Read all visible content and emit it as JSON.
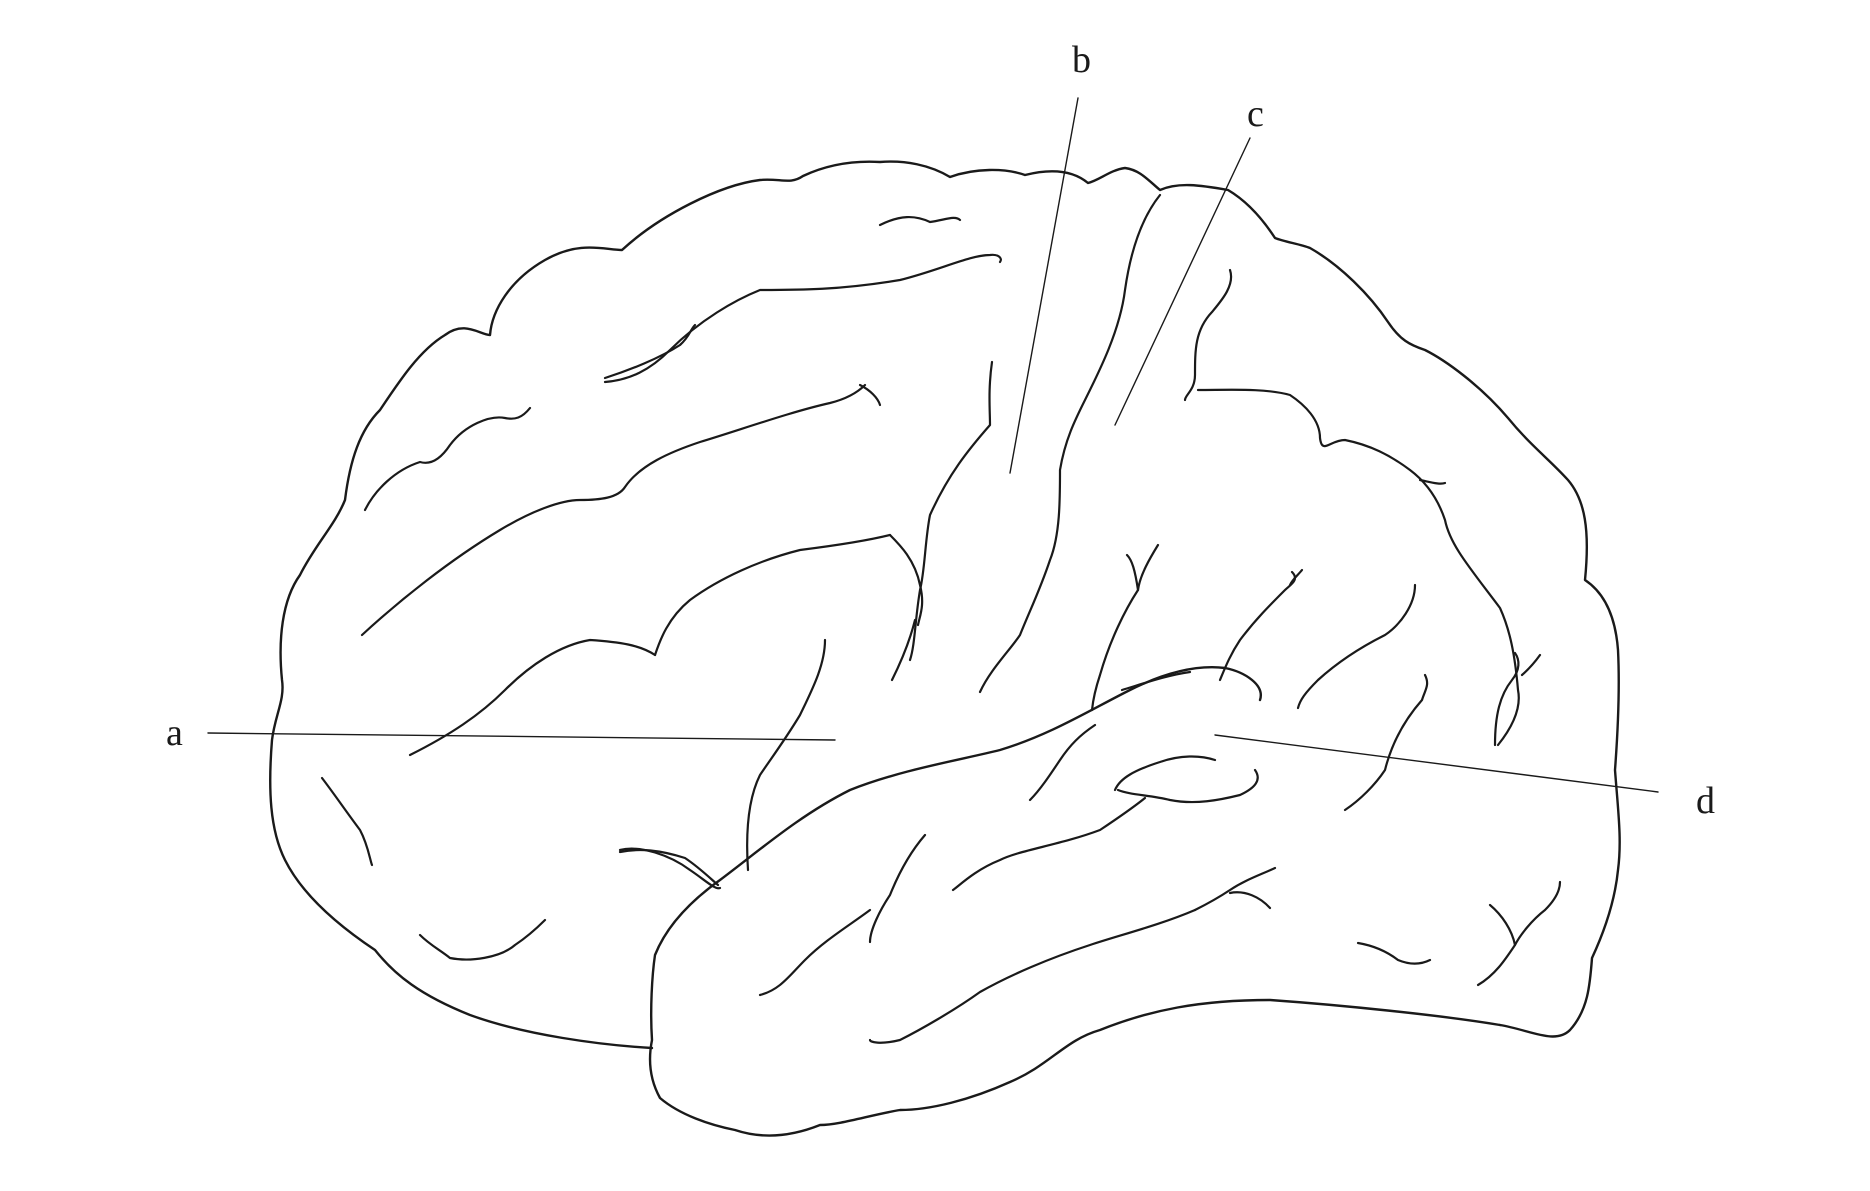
{
  "labels": {
    "a": "a",
    "b": "b",
    "c": "c",
    "d": "d"
  },
  "colors": {
    "line": "#1a1a1a",
    "background": "#ffffff"
  }
}
